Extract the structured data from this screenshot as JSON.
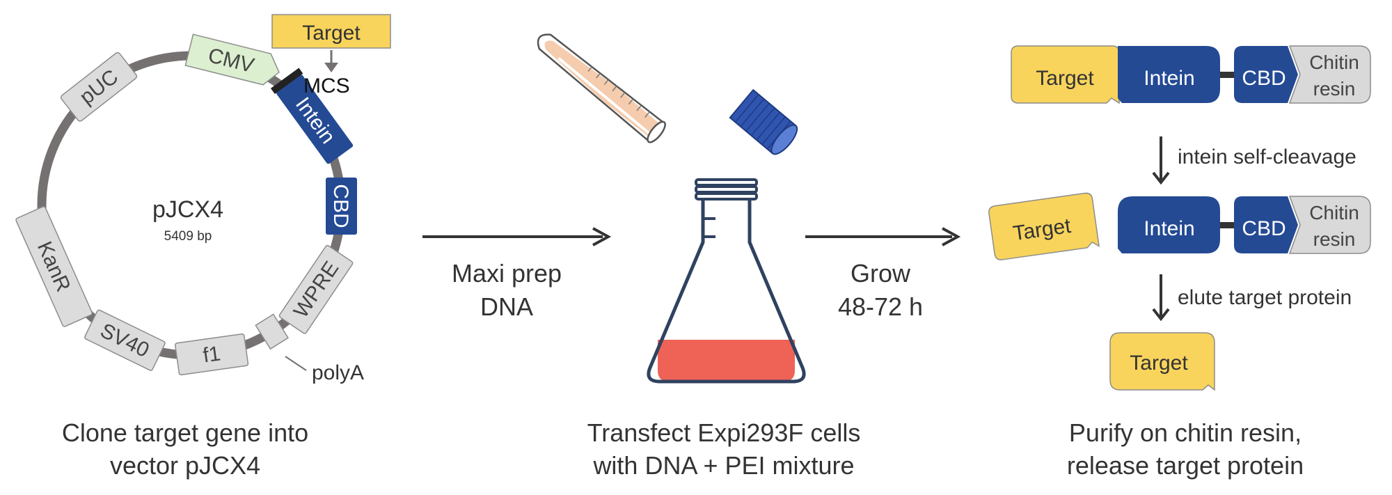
{
  "plasmid": {
    "name": "pJCX4",
    "size": "5409 bp",
    "features": {
      "cmv": "CMV",
      "puc": "pUC",
      "intein": "Intein",
      "cbd": "CBD",
      "wpre": "WPRE",
      "kanr": "KanR",
      "sv40": "SV40",
      "f1": "f1"
    },
    "target_label": "Target",
    "mcs_label": "MCS",
    "polya_label": "polyA",
    "star": "*"
  },
  "steps": {
    "clone_caption": [
      "Clone target gene into",
      "vector pJCX4"
    ],
    "arrow1_label": [
      "Maxi prep",
      "DNA"
    ],
    "transfect_caption": [
      "Transfect Expi293F cells",
      "with DNA + PEI mixture"
    ],
    "arrow2_label": [
      "Grow",
      "48-72 h"
    ],
    "purify_caption": [
      "Purify on chitin resin,",
      "release target protein"
    ]
  },
  "purification": {
    "target": "Target",
    "intein": "Intein",
    "cbd": "CBD",
    "resin": [
      "Chitin",
      "resin"
    ],
    "step1_label": "intein self-cleavage",
    "step2_label": "elute target protein"
  },
  "colors": {
    "target_yellow": "#f8d45c",
    "intein_blue": "#244a94",
    "cmv_green": "#dcefd0",
    "feature_gray": "#dcdcdc",
    "backbone": "#757171",
    "media_red": "#ef6256",
    "flask_outline": "#2f4260",
    "text": "#333333"
  }
}
